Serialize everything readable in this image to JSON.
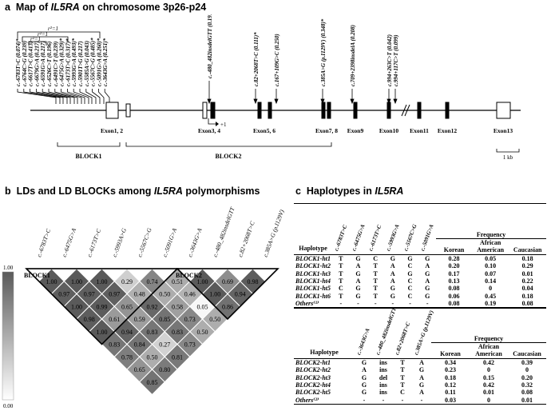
{
  "panel_a": {
    "letter": "a",
    "title_pre": "Map of ",
    "title_gene": "IL5RA",
    "title_post": " on chromosome 3p26-p24",
    "snps_block1": [
      "c.-6783T>C (0.074)*",
      "c.-6764C>G (0.239)",
      "c.-6617T>C (0.413)",
      "c.-6679G>A (0.217)",
      "c.-6591G>A (0.217)",
      "c.-6526C>T (0.196)",
      "c.-6491C>T (0.239)",
      "c.-6475G>A (0.329)*",
      "c.-6173T>C (0.317)*",
      "c.-5993G>A (0.493)*",
      "c.-5901T>G (0.217)",
      "c.-5585A>G (0.043)",
      "c.-5567C>G (0.485)*",
      "c.-5091G>A (0.260)*",
      "c.-3643G>A (0.251)*"
    ],
    "snps_block2": [
      "c.-480_482insdelGTT (0.191)*",
      "c.82+2068T>C (0.111)*",
      "c.167+109G>C (0.250)",
      "c.385A>G (p.I129V) (0.348)*",
      "c.709+2398insdelA (0.208)",
      "c.994+263C>T (0.042)",
      "c.994+117C>T (0.099)"
    ],
    "r2_labels": [
      "r²=1",
      "r²=1",
      "r²=1"
    ],
    "plus1": "+1",
    "exons": [
      "Exon1, 2",
      "Exon3, 4",
      "Exon5, 6",
      "Exon7, 8",
      "Exon9",
      "Exon10",
      "Exon11",
      "Exon12",
      "Exon13"
    ],
    "blocks": [
      "BLOCK1",
      "BLOCK2"
    ],
    "scale": "1 kb"
  },
  "panel_b": {
    "letter": "b",
    "title_pre": "LDs and LD BLOCKs among ",
    "title_gene": "IL5RA",
    "title_post": " polymorphisms",
    "snps": [
      "c.-6783T>C",
      "c.-6475G>A",
      "c.-6173T>C",
      "c.-5993A>G",
      "c.-5567C>G",
      "c.-5091G>A",
      "c.-3643G>A",
      "c.-480_482insdelGTT",
      "c.82+2068T>C",
      "c.385A>G (p.I129V)"
    ],
    "legend_max": "1.00",
    "legend_min": "0.00",
    "block_labels": [
      "BLOCK1",
      "BLOCK2"
    ],
    "ld_rows": [
      [
        "1.00",
        "1.00",
        "1.00",
        "0.29",
        "0.74",
        "0.51",
        "1.00",
        "0.69",
        "0.98"
      ],
      [
        "0.97",
        "0.97",
        "0.97",
        "0.48",
        "0.50",
        "0.46",
        "1.00",
        "0.94"
      ],
      [
        "1.00",
        "0.99",
        "0.65",
        "0.92",
        "0.58",
        "0.05",
        "0.86"
      ],
      [
        "0.98",
        "0.61",
        "0.59",
        "0.85",
        "0.73",
        "0.50"
      ],
      [
        "1.00",
        "0.94",
        "0.83",
        "0.83",
        "0.50"
      ],
      [
        "0.83",
        "0.84",
        "0.27",
        "0.73"
      ],
      [
        "0.78",
        "0.50",
        "0.81"
      ],
      [
        "0.65",
        "0.80"
      ],
      [
        "0.85"
      ]
    ]
  },
  "panel_c": {
    "letter": "c",
    "title_pre": "Haplotypes in ",
    "title_gene": "IL5RA",
    "table1": {
      "haplotype_header": "Haplotype",
      "snp_headers": [
        "c.-6783T>C",
        "c.-6475G>A",
        "c.-6173T>C",
        "c.-5993G>A",
        "c.-5567C>G",
        "c.-5091G>A"
      ],
      "frequency_header": "Frequency",
      "pop_headers": [
        "Korean",
        "African American",
        "Caucasian"
      ],
      "rows": [
        [
          "BLOCK1-ht1",
          "T",
          "G",
          "C",
          "G",
          "G",
          "G",
          "0.28",
          "0.05",
          "0.18"
        ],
        [
          "BLOCK1-ht2",
          "T",
          "A",
          "T",
          "A",
          "C",
          "A",
          "0.20",
          "0.10",
          "0.29"
        ],
        [
          "BLOCK1-ht3",
          "T",
          "G",
          "T",
          "A",
          "G",
          "G",
          "0.17",
          "0.07",
          "0.01"
        ],
        [
          "BLOCK1-ht4",
          "T",
          "A",
          "T",
          "A",
          "C",
          "A",
          "0.13",
          "0.14",
          "0.22"
        ],
        [
          "BLOCK1-ht5",
          "C",
          "G",
          "T",
          "G",
          "C",
          "G",
          "0.08",
          "0",
          "0.04"
        ],
        [
          "BLOCK1-ht6",
          "T",
          "G",
          "T",
          "G",
          "C",
          "G",
          "0.06",
          "0.45",
          "0.18"
        ],
        [
          "Others⁽¹⁾",
          "-",
          "-",
          "-",
          "-",
          "-",
          "-",
          "0.08",
          "0.19",
          "0.08"
        ]
      ]
    },
    "table2": {
      "haplotype_header": "Haplotype",
      "snp_headers": [
        "c.-3643G>A",
        "c.-480_482insdelGTT",
        "c.82+2068T>C",
        "c.385A>G (p.I129V)"
      ],
      "frequency_header": "Frequency",
      "pop_headers": [
        "Korean",
        "African American",
        "Caucasian"
      ],
      "rows": [
        [
          "BLOCK2-ht1",
          "G",
          "ins",
          "T",
          "A",
          "0.34",
          "0.42",
          "0.39"
        ],
        [
          "BLOCK2-ht2",
          "A",
          "ins",
          "T",
          "G",
          "0.23",
          "0",
          "0"
        ],
        [
          "BLOCK2-ht3",
          "G",
          "del",
          "T",
          "A",
          "0.18",
          "0.15",
          "0.20"
        ],
        [
          "BLOCK2-ht4",
          "G",
          "ins",
          "T",
          "G",
          "0.12",
          "0.42",
          "0.32"
        ],
        [
          "BLOCK2-ht5",
          "G",
          "ins",
          "C",
          "A",
          "0.11",
          "0.01",
          "0.08"
        ],
        [
          "Others⁽²⁾",
          "-",
          "-",
          "-",
          "-",
          "0.03",
          "0",
          "0.01"
        ]
      ]
    }
  }
}
